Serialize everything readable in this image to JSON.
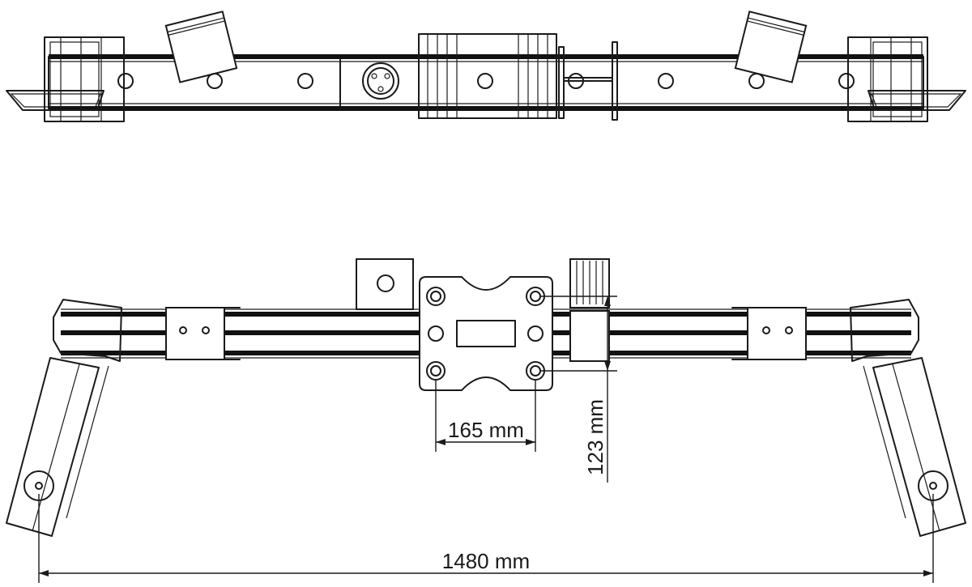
{
  "dimensions": {
    "hole_spacing_horizontal": "165 mm",
    "hole_spacing_vertical": "123 mm",
    "overall_width": "1480 mm"
  }
}
